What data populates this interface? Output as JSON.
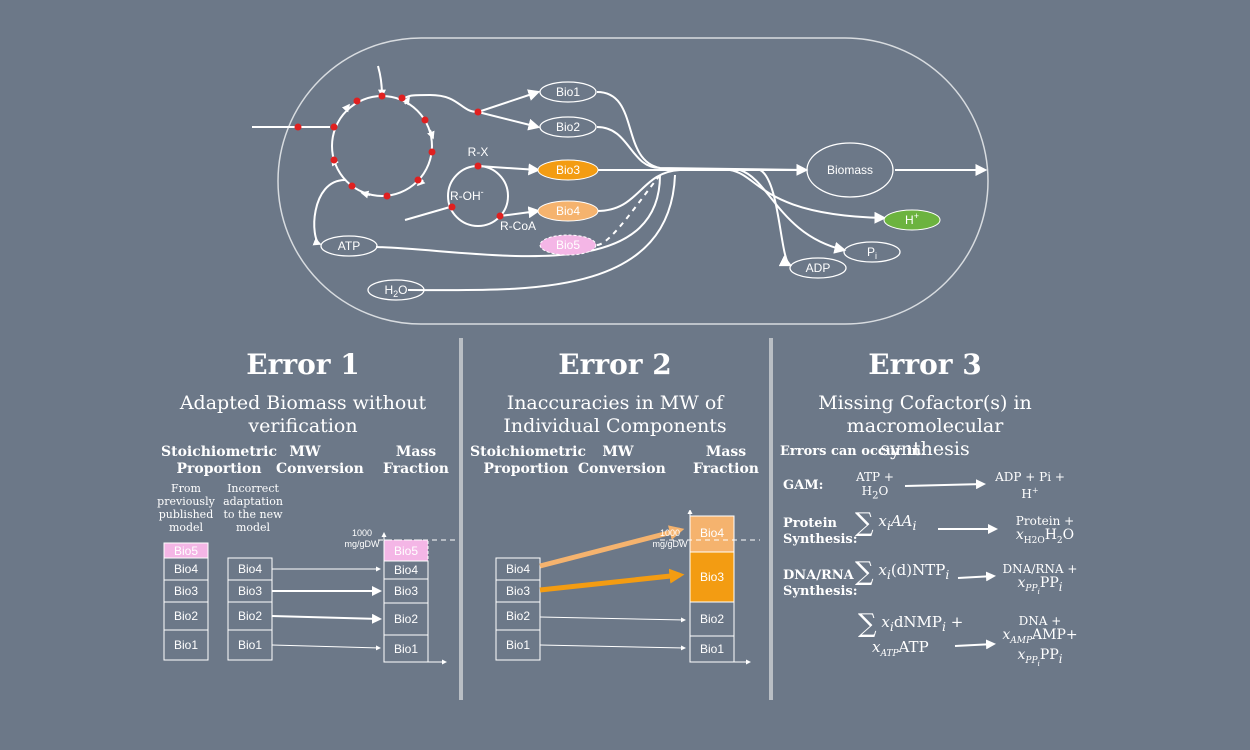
{
  "network": {
    "nodes": {
      "bio1": "Bio1",
      "bio2": "Bio2",
      "bio3": "Bio3",
      "bio4": "Bio4",
      "bio5": "Bio5",
      "biomass": "Biomass",
      "atp": "ATP",
      "h2o": "H",
      "h2o_sub": "2",
      "h2o_tail": "O",
      "hplus": "H",
      "hplus_sup": "+",
      "pi": "P",
      "pi_sub": "i",
      "adp": "ADP"
    },
    "labels": {
      "rx": "R-X",
      "roh": "R-OH",
      "roh_sup": "-",
      "rcoa": "R-CoA"
    },
    "colors": {
      "bio3": "#f39c12",
      "bio4": "#f5b36e",
      "bio5": "#f4b6e6",
      "hplus": "#6cb33f",
      "reaction_dot": "#e02020"
    }
  },
  "error1": {
    "title": "Error 1",
    "subtitle": "Adapted Biomass without verification",
    "col1": "Stoichiometric Proportion",
    "col2": "MW Conversion",
    "col3": "Mass Fraction",
    "note1": "From previously published model",
    "note2": "Incorrect adaptation to the new model",
    "limit": "1000 mg/gDW",
    "stack1": [
      "Bio5",
      "Bio4",
      "Bio3",
      "Bio2",
      "Bio1"
    ],
    "stack2": [
      "Bio4",
      "Bio3",
      "Bio2",
      "Bio1"
    ],
    "stack3": [
      "Bio5",
      "Bio4",
      "Bio3",
      "Bio2",
      "Bio1"
    ]
  },
  "error2": {
    "title": "Error 2",
    "subtitle": "Inaccuracies in MW of Individual Components",
    "col1": "Stoichiometric Proportion",
    "col2": "MW Conversion",
    "col3": "Mass Fraction",
    "limit": "1000 mg/gDW",
    "stack1": [
      "Bio4",
      "Bio3",
      "Bio2",
      "Bio1"
    ],
    "stack3": [
      "Bio4",
      "Bio3",
      "Bio2",
      "Bio1"
    ]
  },
  "error3": {
    "title": "Error 3",
    "subtitle": "Missing Cofactor(s) in macromolecular synthesis",
    "intro": "Errors can occur in:",
    "gam_label": "GAM:",
    "gam_lhs_1": "ATP +",
    "gam_lhs_2": "H",
    "gam_rhs_1": "ADP + Pi +",
    "gam_rhs_2": "H",
    "protein_label": "Protein Synthesis:",
    "protein_rhs_1": "Protein +",
    "dna_label": "DNA/RNA Synthesis:",
    "dna_rhs_1": "DNA/RNA +",
    "dna2_rhs_1": "DNA +",
    "dna2_lhs_2": "ATP"
  }
}
